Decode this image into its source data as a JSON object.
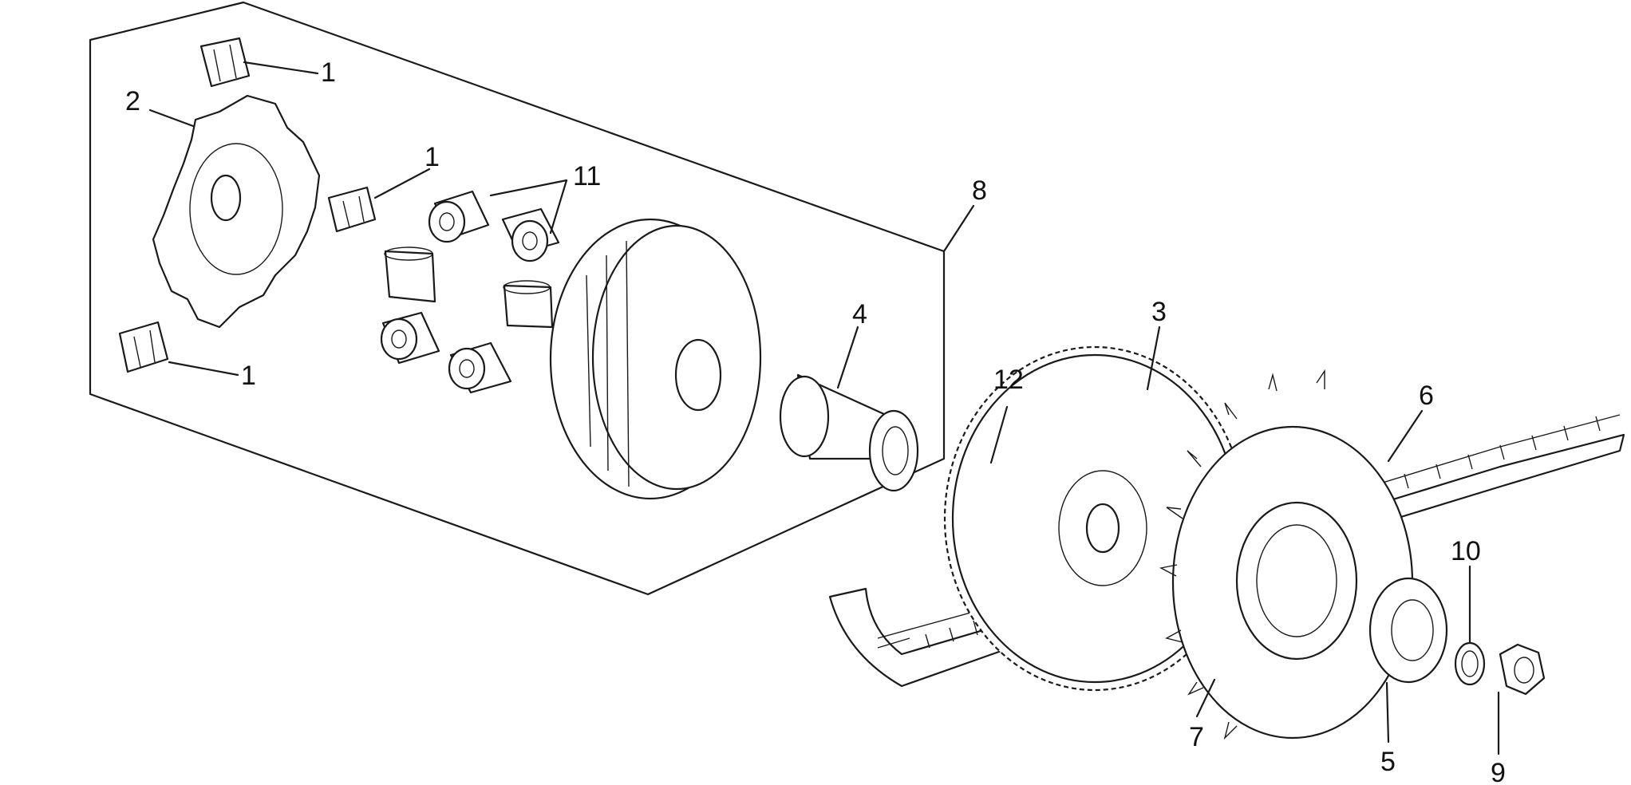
{
  "callouts": {
    "c1a": "1",
    "c1b": "1",
    "c1c": "1",
    "c2": "2",
    "c3": "3",
    "c4": "4",
    "c5": "5",
    "c6": "6",
    "c7": "7",
    "c8": "8",
    "c9": "9",
    "c10": "10",
    "c11": "11",
    "c12": "12"
  },
  "icons": {
    "slider": "slider-guide-icon",
    "ramp_plate": "ramp-plate-icon",
    "roller": "roller-weight-icon",
    "pulley": "variator-pulley-icon",
    "bushing": "bushing-icon",
    "bearing": "bearing-ring-icon",
    "gear": "gear-plate-icon",
    "belt": "drive-belt-icon",
    "fan": "fan-pulley-icon",
    "hub": "hub-icon",
    "washer": "washer-icon",
    "nut": "nut-icon"
  }
}
